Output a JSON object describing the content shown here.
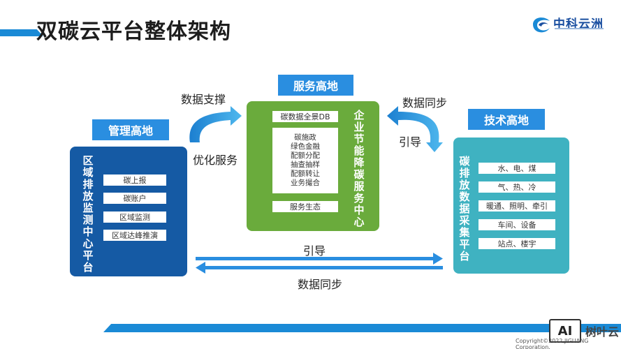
{
  "title": "双碳云平台整体架构",
  "logo": {
    "text": "中科云洲",
    "icon": "swirl-logo-icon"
  },
  "left": {
    "tab": "管理高地",
    "vertical": "区域排放监测中心平台",
    "items": [
      "碳上报",
      "碳账户",
      "区域监测",
      "区域达峰推演"
    ]
  },
  "center": {
    "tab": "服务高地",
    "top_item": "碳数据全景DB",
    "middle_items": [
      "碳施政",
      "绿色金融",
      "配额分配",
      "抽查抽样",
      "配额转让",
      "业务撮合"
    ],
    "bottom_item": "服务生态",
    "vertical": "企业节能降碳服务中心"
  },
  "right": {
    "tab": "技术高地",
    "vertical": "碳排放数据采集平台",
    "items": [
      "水、电、煤",
      "气、热、冷",
      "暖通、照明、牵引",
      "车间、设备",
      "站点、楼宇"
    ]
  },
  "arrows": {
    "left_top": "数据支撑",
    "left_bottom": "优化服务",
    "right_top": "数据同步",
    "right_bottom": "引导",
    "bottom_top": "引导",
    "bottom_bottom": "数据同步"
  },
  "footer": {
    "watermark_icon": "AI",
    "watermark": "树叶云",
    "copyright": "Copyright©2022 JIGUANG Corporation."
  },
  "colors": {
    "blue_dark": "#155aa4",
    "blue": "#2a8ee0",
    "green": "#6aab3c",
    "teal": "#3fb2c1"
  }
}
